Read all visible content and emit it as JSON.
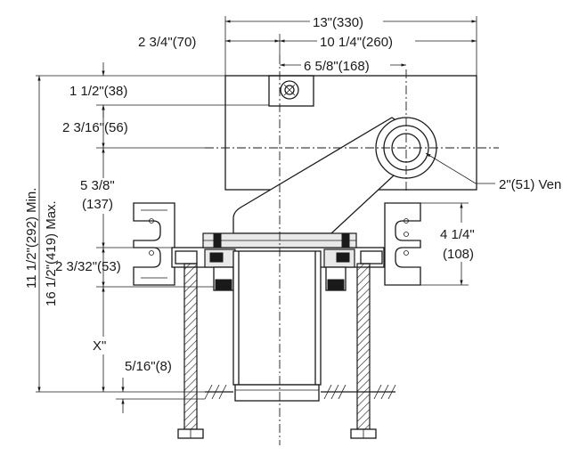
{
  "diagram": {
    "dimensions": {
      "overall_width": "13\"(330)",
      "offset_left": "2 3/4\"(70)",
      "offset_right": "10 1/4\"(260)",
      "center_offset": "6 5/8\"(168)",
      "top_flange": "1 1/2\"(38)",
      "vent_height": "2 3/16\"(56)",
      "bracket_height_a": "5 3/8\"",
      "bracket_height_b": "(137)",
      "slot_spacing_a": "4 1/4\"",
      "slot_spacing_b": "(108)",
      "base_offset": "2 3/32\"(53)",
      "x_dim": "X\"",
      "floor_offset": "5/16\"(8)",
      "min_height": "11 1/2\"(292) Min.",
      "max_height": "16 1/2\"(419) Max.",
      "vent_label": "2\"(51) Ven"
    }
  }
}
